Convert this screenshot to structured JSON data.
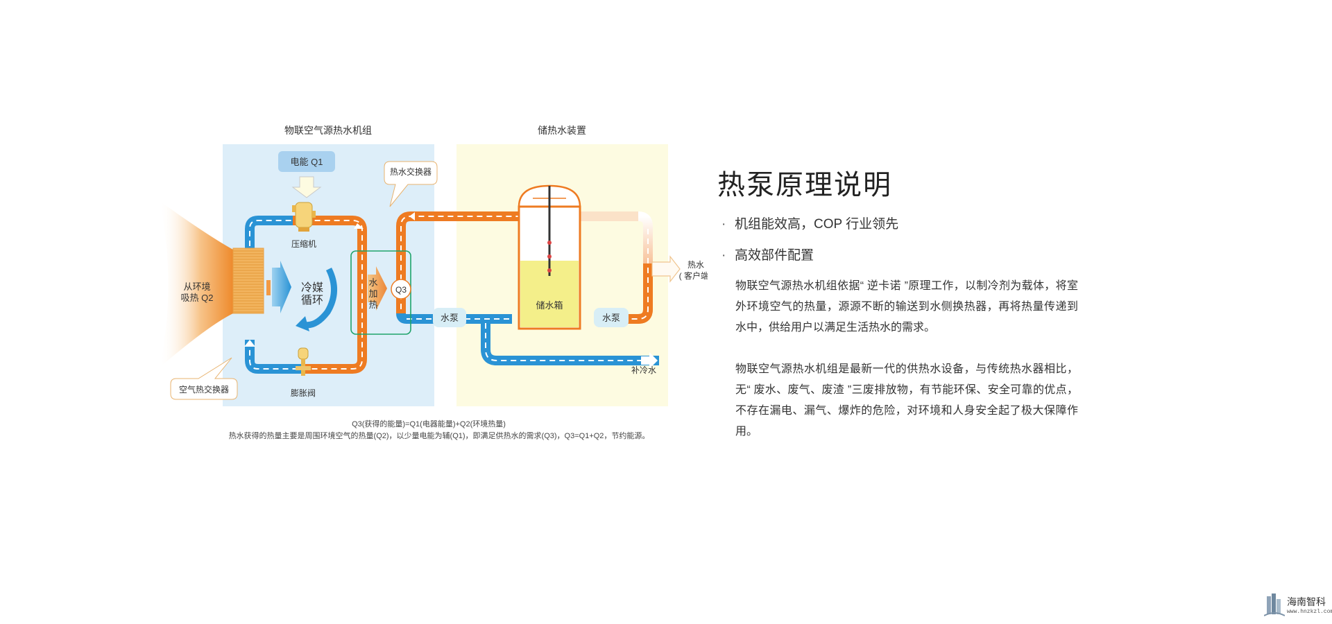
{
  "diagram": {
    "unit_title": "物联空气源热水机组",
    "storage_title": "储热水装置",
    "power_label": "电能 Q1",
    "compressor_label": "压缩机",
    "hot_exchanger_label": "热水交换器",
    "ambient_label_1": "从环境",
    "ambient_label_2": "吸热 Q2",
    "refrigerant_label_1": "冷媒",
    "refrigerant_label_2": "循环",
    "water_heat_1": "水",
    "water_heat_2": "加",
    "water_heat_3": "热",
    "q3_label": "Q3",
    "pump_label_1": "水泵",
    "pump_label_2": "水泵",
    "tank_label": "储水箱",
    "hot_water_label": "热水",
    "customer_label": "( 客户端 )",
    "cold_water_label": "补冷水",
    "air_exchanger_label": "空气热交换器",
    "valve_label": "膨胀阀",
    "formula": "Q3(获得的能量)=Q1(电器能量)+Q2(环境热量)",
    "caption": "热水获得的热量主要是周围环境空气的热量(Q2)，以少量电能为辅(Q1)，即满足供热水的需求(Q3)，Q3=Q1+Q2，节约能源。"
  },
  "info": {
    "heading": "热泵原理说明",
    "bullets": [
      "机组能效高，COP 行业领先",
      "高效部件配置"
    ],
    "para1": "物联空气源热水机组依据“ 逆卡诺 ”原理工作，以制冷剂为载体，将室外环境空气的热量，源源不断的输送到水侧换热器，再将热量传递到水中，供给用户以满足生活热水的需求。",
    "para2": "物联空气源热水机组是最新一代的供热水设备，与传统热水器相比，无“ 废水、废气、废渣 ”三废排放物，有节能环保、安全可靠的优点，不存在漏电、漏气、爆炸的危险，对环境和人身安全起了极大保障作用。"
  },
  "logo": {
    "name": "海南智科",
    "url": "www.hnzkzl.com"
  },
  "colors": {
    "unit_bg": "#ddeef9",
    "storage_bg": "#fdfbe1",
    "hot_pipe": "#ee7b22",
    "cold_pipe": "#2a93d5",
    "tank_water": "#f4ef8a",
    "exchanger_box": "#1ea36a"
  }
}
